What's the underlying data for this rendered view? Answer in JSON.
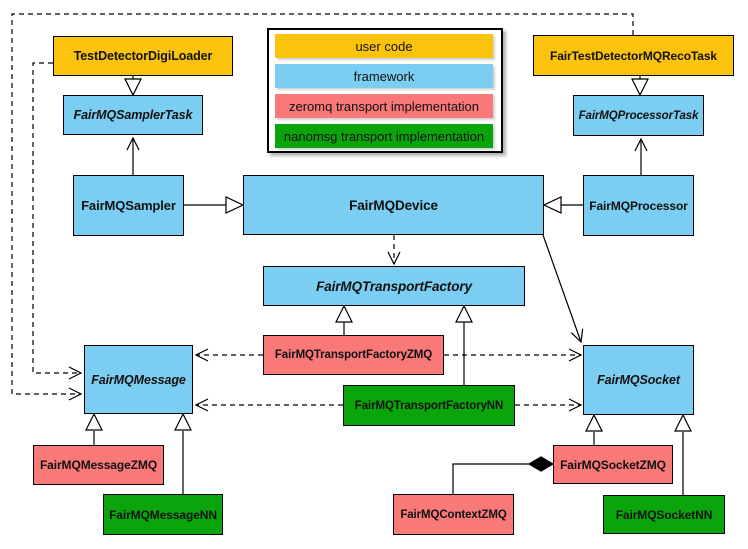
{
  "legend": {
    "items": [
      {
        "label": "user code",
        "color": "#FBC30B"
      },
      {
        "label": "framework",
        "color": "#7BCDF2"
      },
      {
        "label": "zeromq transport implementation",
        "color": "#F97878"
      },
      {
        "label": "nanomsg transport implementation",
        "color": "#0AA50A"
      }
    ]
  },
  "nodes": {
    "loader": {
      "label": "TestDetectorDigiLoader",
      "category": "user code",
      "abstract": false
    },
    "recoTask": {
      "label": "FairTestDetectorMQRecoTask",
      "category": "user code",
      "abstract": false
    },
    "samplerTask": {
      "label": "FairMQSamplerTask",
      "category": "framework",
      "abstract": true
    },
    "processorTask": {
      "label": "FairMQProcessorTask",
      "category": "framework",
      "abstract": true
    },
    "sampler": {
      "label": "FairMQSampler",
      "category": "framework",
      "abstract": false
    },
    "device": {
      "label": "FairMQDevice",
      "category": "framework",
      "abstract": false
    },
    "processor": {
      "label": "FairMQProcessor",
      "category": "framework",
      "abstract": false
    },
    "transportFactory": {
      "label": "FairMQTransportFactory",
      "category": "framework",
      "abstract": true
    },
    "factoryZmq": {
      "label": "FairMQTransportFactoryZMQ",
      "category": "zeromq transport implementation",
      "abstract": false
    },
    "factoryNn": {
      "label": "FairMQTransportFactoryNN",
      "category": "nanomsg transport implementation",
      "abstract": false
    },
    "message": {
      "label": "FairMQMessage",
      "category": "framework",
      "abstract": true
    },
    "socket": {
      "label": "FairMQSocket",
      "category": "framework",
      "abstract": true
    },
    "messageZmq": {
      "label": "FairMQMessageZMQ",
      "category": "zeromq transport implementation",
      "abstract": false
    },
    "messageNn": {
      "label": "FairMQMessageNN",
      "category": "nanomsg transport implementation",
      "abstract": false
    },
    "socketZmq": {
      "label": "FairMQSocketZMQ",
      "category": "zeromq transport implementation",
      "abstract": false
    },
    "socketNn": {
      "label": "FairMQSocketNN",
      "category": "nanomsg transport implementation",
      "abstract": false
    },
    "contextZmq": {
      "label": "FairMQContextZMQ",
      "category": "zeromq transport implementation",
      "abstract": false
    }
  },
  "relationships": [
    {
      "from": "TestDetectorDigiLoader",
      "to": "FairMQSamplerTask",
      "type": "inheritance"
    },
    {
      "from": "FairTestDetectorMQRecoTask",
      "to": "FairMQProcessorTask",
      "type": "inheritance"
    },
    {
      "from": "FairMQSampler",
      "to": "FairMQSamplerTask",
      "type": "association"
    },
    {
      "from": "FairMQProcessor",
      "to": "FairMQProcessorTask",
      "type": "association"
    },
    {
      "from": "FairMQSampler",
      "to": "FairMQDevice",
      "type": "inheritance"
    },
    {
      "from": "FairMQProcessor",
      "to": "FairMQDevice",
      "type": "inheritance"
    },
    {
      "from": "FairMQDevice",
      "to": "FairMQTransportFactory",
      "type": "dependency"
    },
    {
      "from": "FairMQDevice",
      "to": "FairMQSocket",
      "type": "association"
    },
    {
      "from": "FairMQTransportFactoryZMQ",
      "to": "FairMQTransportFactory",
      "type": "inheritance"
    },
    {
      "from": "FairMQTransportFactoryNN",
      "to": "FairMQTransportFactory",
      "type": "inheritance"
    },
    {
      "from": "FairMQTransportFactoryZMQ",
      "to": "FairMQMessage",
      "type": "dependency"
    },
    {
      "from": "FairMQTransportFactoryZMQ",
      "to": "FairMQSocket",
      "type": "dependency"
    },
    {
      "from": "FairMQTransportFactoryNN",
      "to": "FairMQMessage",
      "type": "dependency"
    },
    {
      "from": "FairMQTransportFactoryNN",
      "to": "FairMQSocket",
      "type": "dependency"
    },
    {
      "from": "TestDetectorDigiLoader",
      "to": "FairMQMessage",
      "type": "dependency"
    },
    {
      "from": "FairTestDetectorMQRecoTask",
      "to": "FairMQMessage",
      "type": "dependency"
    },
    {
      "from": "FairMQMessageZMQ",
      "to": "FairMQMessage",
      "type": "inheritance"
    },
    {
      "from": "FairMQMessageNN",
      "to": "FairMQMessage",
      "type": "inheritance"
    },
    {
      "from": "FairMQSocketZMQ",
      "to": "FairMQSocket",
      "type": "inheritance"
    },
    {
      "from": "FairMQSocketNN",
      "to": "FairMQSocket",
      "type": "inheritance"
    },
    {
      "from": "FairMQContextZMQ",
      "to": "FairMQSocketZMQ",
      "type": "composition"
    }
  ],
  "palette": {
    "user_code": "#FBC30B",
    "framework": "#7BCDF2",
    "zeromq": "#F97878",
    "nanomsg": "#0AA50A",
    "line": "#000000",
    "background": "#FFFFFF"
  }
}
